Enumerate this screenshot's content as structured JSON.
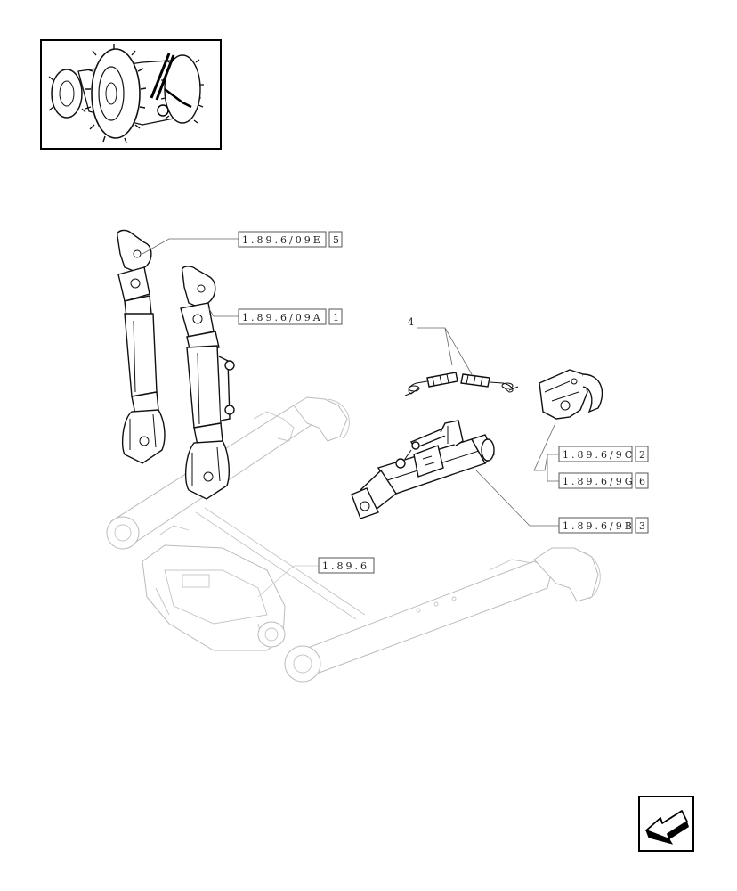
{
  "callouts": [
    {
      "ref": "1.89.6/09E",
      "qty": "5"
    },
    {
      "ref": "1.89.6/09A",
      "qty": "1"
    },
    {
      "ref": "1.89.6/9C",
      "qty": "2"
    },
    {
      "ref": "1.89.6/9G",
      "qty": "6"
    },
    {
      "ref": "1.89.6/9B",
      "qty": "3"
    },
    {
      "ref": "1.89.6"
    }
  ],
  "item_label": "4",
  "icons": {
    "thumbnail": "tractor-thumbnail-icon",
    "nav": "back-arrow-icon"
  }
}
